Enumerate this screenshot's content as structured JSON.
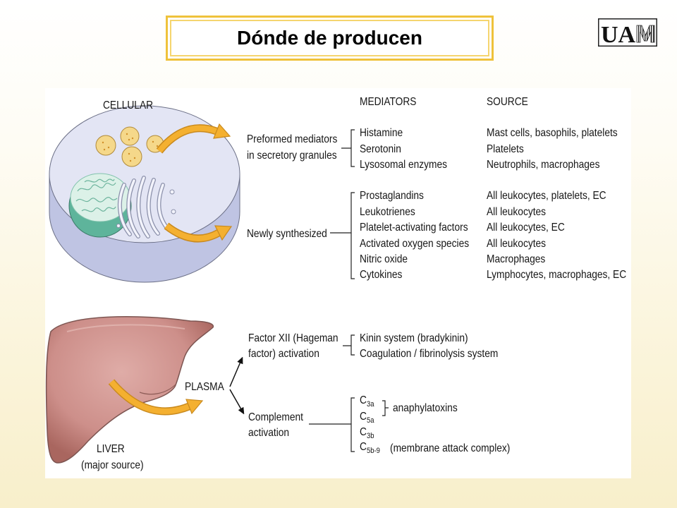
{
  "slide": {
    "title": "Dónde de producen"
  },
  "logo": {
    "letters": "UA",
    "mark": "M"
  },
  "figure": {
    "cellular_label": "CELLULAR",
    "headers": {
      "mediators": "MEDIATORS",
      "source": "SOURCE"
    },
    "preformed": {
      "label_lines": [
        "Preformed mediators",
        "in secretory granules"
      ],
      "rows": [
        {
          "mediator": "Histamine",
          "source": "Mast cells, basophils, platelets"
        },
        {
          "mediator": "Serotonin",
          "source": "Platelets"
        },
        {
          "mediator": "Lysosomal enzymes",
          "source": "Neutrophils, macrophages"
        }
      ]
    },
    "newly_synthesized": {
      "label": "Newly synthesized",
      "rows": [
        {
          "mediator": "Prostaglandins",
          "source": "All leukocytes, platelets, EC"
        },
        {
          "mediator": "Leukotrienes",
          "source": "All leukocytes"
        },
        {
          "mediator": "Platelet-activating factors",
          "source": "All leukocytes, EC"
        },
        {
          "mediator": "Activated oxygen species",
          "source": "All leukocytes"
        },
        {
          "mediator": "Nitric oxide",
          "source": "Macrophages"
        },
        {
          "mediator": "Cytokines",
          "source": "Lymphocytes, macrophages, EC"
        }
      ]
    },
    "plasma_label": "PLASMA",
    "liver_label": {
      "line1": "LIVER",
      "line2": "(major source)"
    },
    "factor_xii": {
      "label_lines": [
        "Factor XII (Hageman",
        "factor) activation"
      ],
      "items": [
        "Kinin system (bradykinin)",
        "Coagulation / fibrinolysis system"
      ]
    },
    "complement": {
      "label_lines": [
        "Complement",
        "activation"
      ],
      "items": [
        {
          "letter": "C",
          "sub": "3a"
        },
        {
          "letter": "C",
          "sub": "5a"
        },
        {
          "letter": "C",
          "sub": "3b"
        },
        {
          "letter": "C",
          "sub": "5b-9"
        }
      ],
      "anaphylatoxins_label": "anaphylatoxins",
      "mac_label": "(membrane attack complex)"
    }
  },
  "colors": {
    "title_border": "#efc23b",
    "arrow": "#f4b030",
    "cell_top": "#e3e5f4",
    "cell_side": "#bfc4e3",
    "nucleus": "#5eb49b",
    "granule": "#f5d88a",
    "liver": "#cd8f8a"
  }
}
